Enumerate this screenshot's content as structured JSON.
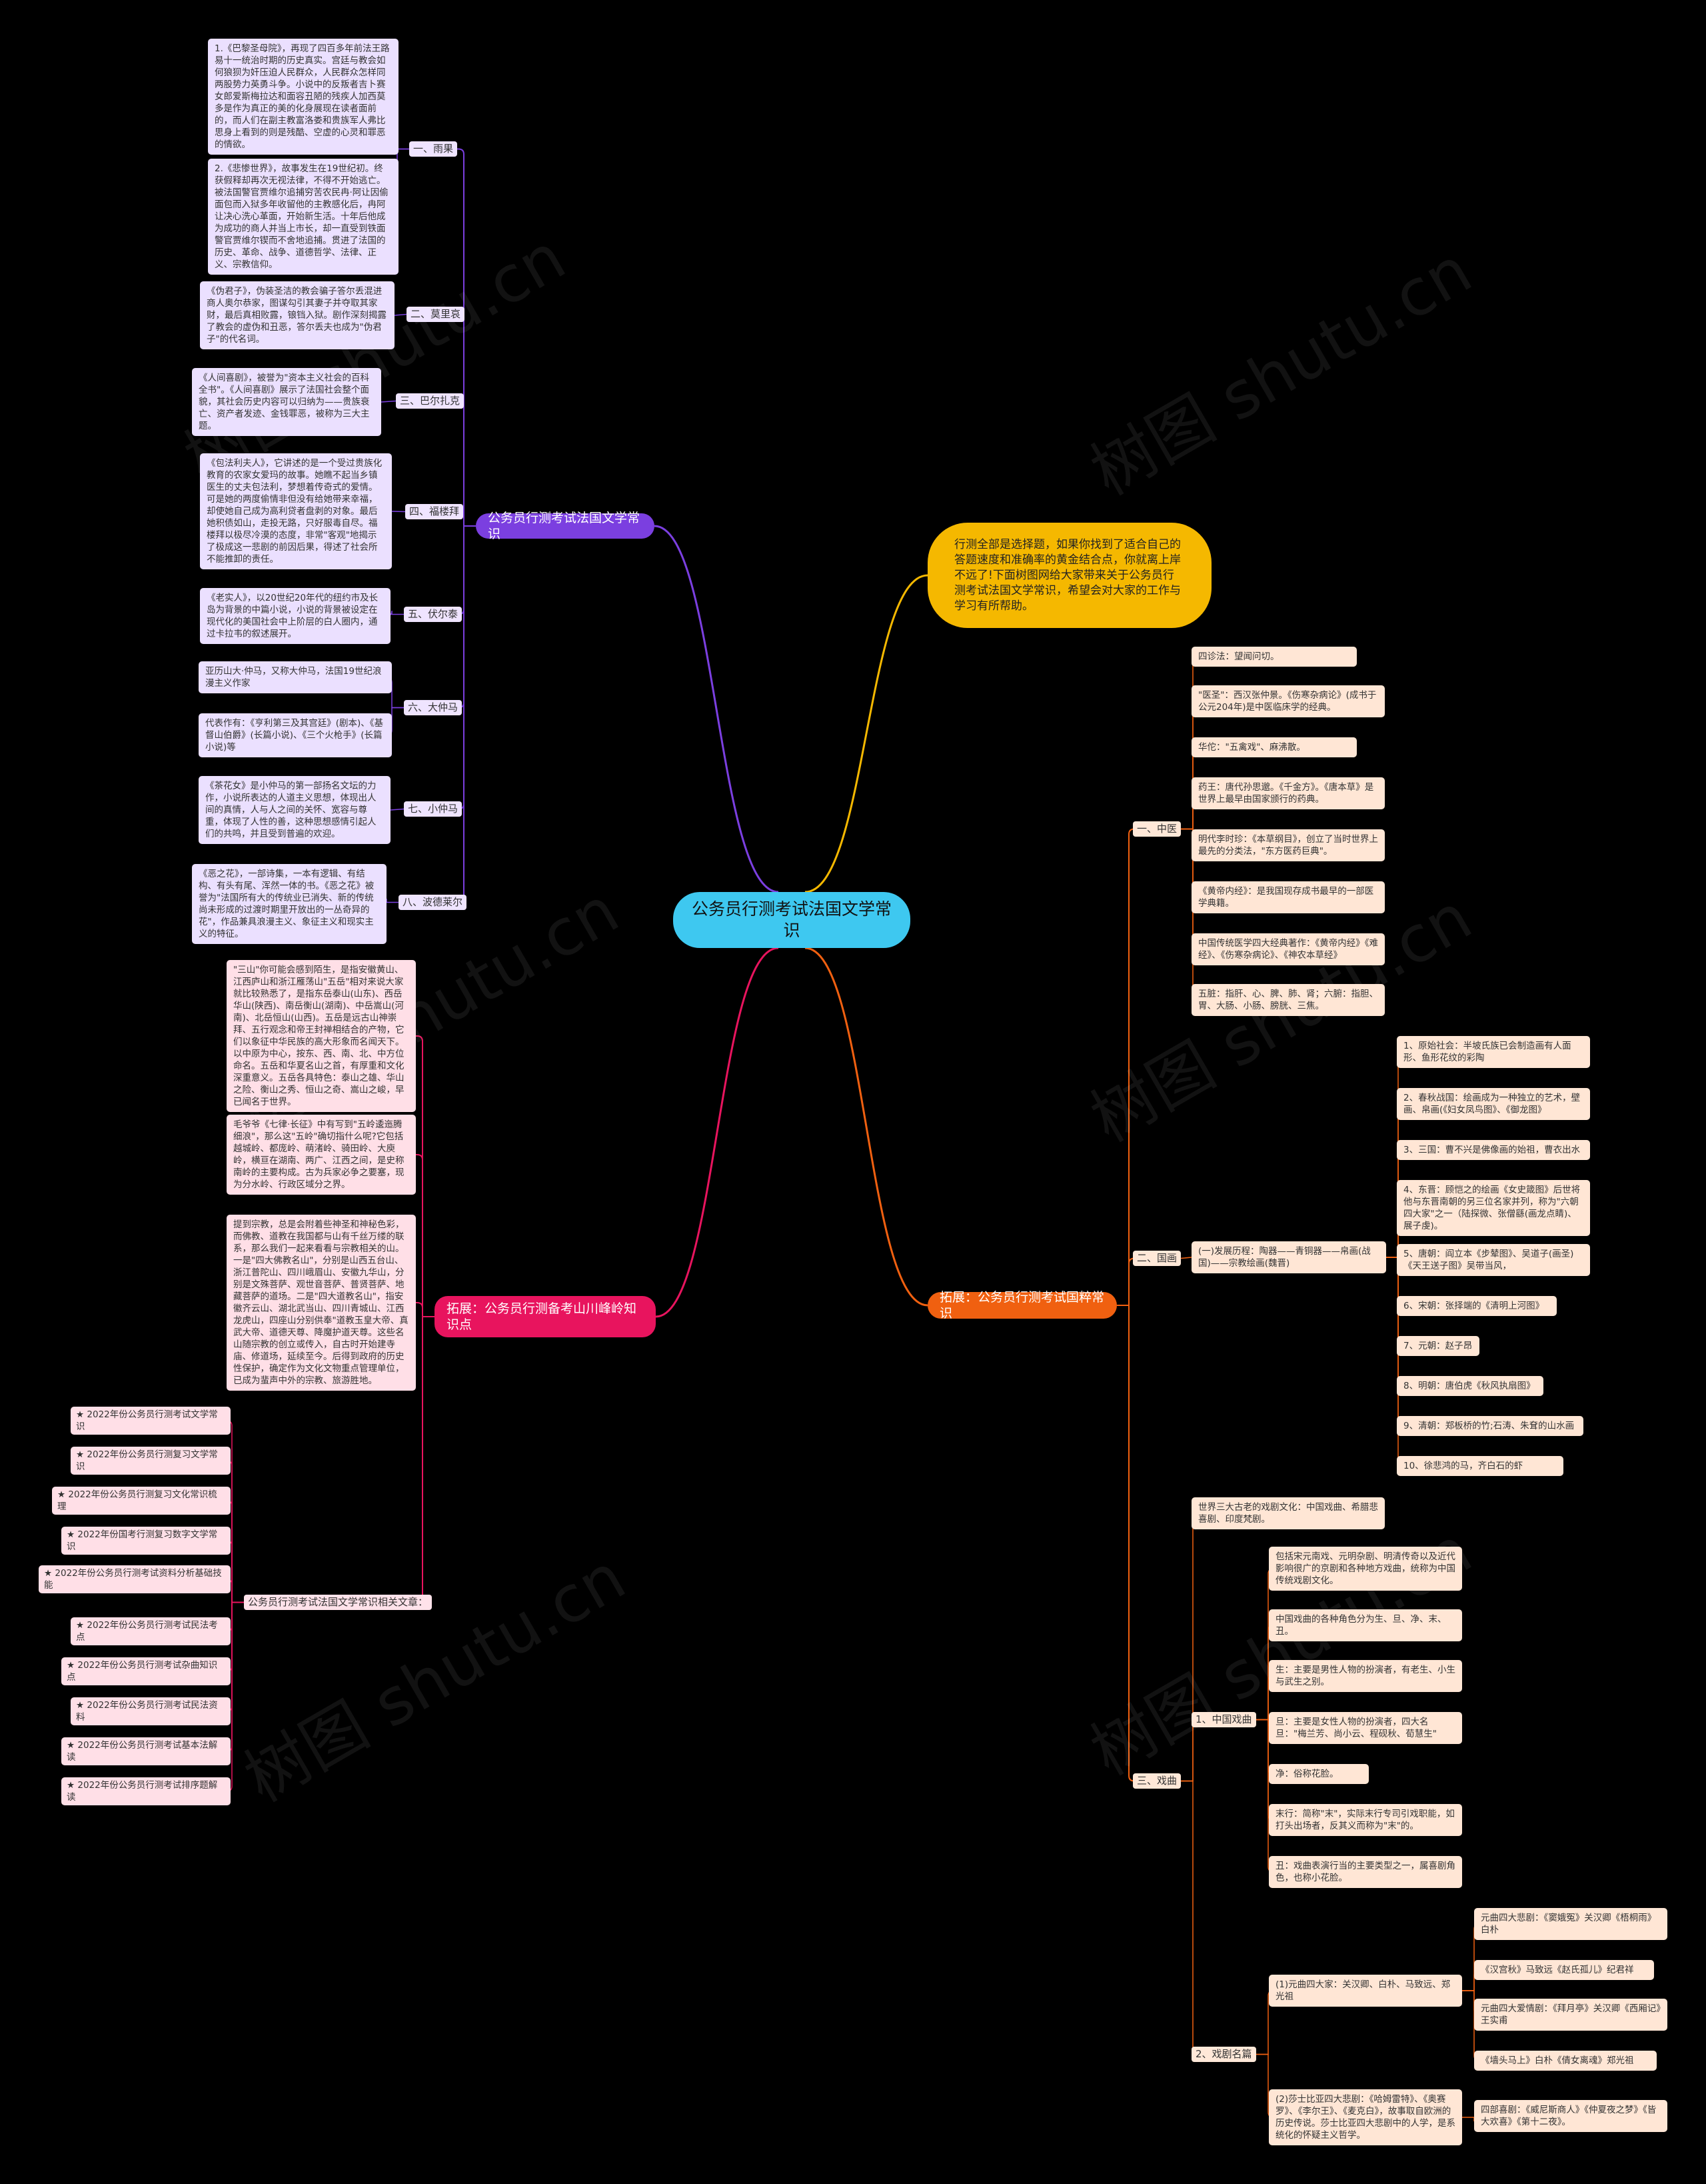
{
  "root": {
    "label": "公务员行测考试法国文学常识"
  },
  "intro": {
    "text": "行测全部是选择题，如果你找到了适合自己的答题速度和准确率的黄金结合点，你就离上岸不远了!下面树图网给大家带来关于公务员行测考试法国文学常识，希望会对大家的工作与学习有所帮助。"
  },
  "watermarks": [
    "树图 shutu.cn",
    "树图 shutu.cn",
    "树图 shutu.cn",
    "树图 shutu.cn",
    "树图 shutu.cn",
    "树图 shutu.cn"
  ],
  "purple": {
    "title": "公务员行测考试法国文学常识",
    "groups": [
      {
        "label": "一、雨果",
        "leaves": [
          "1.《巴黎圣母院》，再现了四百多年前法王路易十一统治时期的历史真实。宫廷与教会如何狼狈为奸压迫人民群众，人民群众怎样同两股势力英勇斗争。小说中的反叛者吉卜赛女郎爱斯梅拉达和面容丑陋的残疾人加西莫多是作为真正的美的化身展现在读者面前的，而人们在副主教富洛娄和贵族军人弗比思身上看到的则是残酷、空虚的心灵和罪恶的情欲。",
          "2.《悲惨世界》，故事发生在19世纪初。终获假释却再次无视法律，不得不开始逃亡。被法国警官贾维尔追捕穷苦农民冉·阿让因偷面包而入狱多年收留他的主教感化后，冉阿让决心洗心革面，开始新生活。十年后他成为成功的商人并当上市长，却一直受到铁面警官贾维尔锲而不舍地追捕。贯进了法国的历史、革命、战争、道德哲学、法律、正义、宗教信仰。"
        ]
      },
      {
        "label": "二、莫里哀",
        "leaves": [
          "《伪君子》，伪装圣洁的教会骗子答尔丢混进商人奥尔恭家，图谋勾引其妻子并夺取其家财，最后真相败露，锒铛入狱。剧作深刻揭露了教会的虚伪和丑恶，答尔丢夫也成为\"伪君子\"的代名词。"
        ]
      },
      {
        "label": "三、巴尔扎克",
        "leaves": [
          "《人间喜剧》，被誉为\"资本主义社会的百科全书\"。《人间喜剧》展示了法国社会整个面貌，其社会历史内容可以归纳为——贵族衰亡、资产者发迹、金钱罪恶，被称为三大主题。"
        ]
      },
      {
        "label": "四、福楼拜",
        "leaves": [
          "《包法利夫人》，它讲述的是一个受过贵族化教育的农家女爱玛的故事。她瞧不起当乡镇医生的丈夫包法利，梦想着传奇式的爱情。可是她的两度偷情非但没有给她带来幸福，却使她自己成为高利贷者盘剥的对象。最后她积债如山，走投无路，只好服毒自尽。福楼拜以极尽冷漠的态度，非常\"客观\"地揭示了极成这一悲剧的前因后果，得述了社会所不能推卸的责任。"
        ]
      },
      {
        "label": "五、伏尔泰",
        "leaves": [
          "《老实人》，以20世纪20年代的纽约市及长岛为背景的中篇小说，小说的背景被设定在现代化的美国社会中上阶层的白人圈内，通过卡拉韦的叙述展开。"
        ]
      },
      {
        "label": "六、大仲马",
        "leaves": [
          "亚历山大·仲马，又称大仲马，法国19世纪浪漫主义作家",
          "代表作有：《亨利第三及其宫廷》(剧本)、《基督山伯爵》(长篇小说)、《三个火枪手》(长篇小说)等"
        ]
      },
      {
        "label": "七、小仲马",
        "leaves": [
          "《茶花女》是小仲马的第一部扬名文坛的力作，小说所表达的人道主义思想，体现出人间的真情，人与人之间的关怀、宽容与尊重，体现了人性的善，这种思想感情引起人们的共鸣，并且受到普遍的欢迎。"
        ]
      },
      {
        "label": "八、波德莱尔",
        "leaves": [
          "《恶之花》，一部诗集，一本有逻辑、有结构、有头有尾、浑然一体的书。《恶之花》被誉为\"法国所有大的传统业已消失、新的传统尚未形成的过渡时期里开放出的一丛奇异的花\"，作品兼具浪漫主义、象征主义和现实主义的特征。"
        ]
      }
    ]
  },
  "pink": {
    "title": "拓展：公务员行测备考山川峰岭知识点",
    "leaves": [
      "\"三山\"你可能会感到陌生，是指安徽黄山、江西庐山和浙江雁荡山\"五岳\"相对来说大家就比较熟悉了，是指东岳泰山(山东)、西岳华山(陕西)、南岳衡山(湖南)、中岳嵩山(河南)、北岳恒山(山西)。五岳是远古山神崇拜、五行观念和帝王封禅相结合的产物，它们以象征中华民族的高大形象而名闻天下。以中原为中心，按东、西、南、北、中方位命名。五岳和华夏名山之首，有厚重和文化深重意义。五岳各具特色：泰山之雄、华山之险、衡山之秀、恒山之奇、嵩山之峻，早已闻名于世界。",
      "毛爷爷《七律·长征》中有写到\"五岭逶迤腾细浪\"，那么这\"五岭\"确切指什么呢?它包括越城岭、都庞岭、萌渚岭、骑田岭、大庾岭，横亘在湖南、两广、江西之间，是史称南岭的主要构成。古为兵家必争之要塞，现为分水岭、行政区域分之界。",
      "提到宗教，总是会附着些神圣和神秘色彩，而佛教、道教在我国都与山有千丝万缕的联系，那么我们一起来看看与宗教相关的山。一是\"四大佛教名山\"，分别是山西五台山、浙江普陀山、四川峨眉山、安徽九华山，分别是文殊菩萨、观世音菩萨、普贤菩萨、地藏菩萨的道场。二是\"四大道教名山\"，指安徽齐云山、湖北武当山、四川青城山、江西龙虎山，四座山分别供奉\"道教玉皇大帝、真武大帝、道德天尊、降魔护道天尊。这些名山随宗教的创立或传入，自古时开始建寺庙、修道场，延续至今。后得到政府的历史性保护，确定作为文化文物重点管理单位，已成为蜚声中外的宗教、旅游胜地。"
    ],
    "related_label": "公务员行测考试法国文学常识相关文章：",
    "related": [
      "★ 2022年份公务员行测考试文学常识",
      "★ 2022年份公务员行测复习文学常识",
      "★ 2022年份公务员行测复习文化常识梳理",
      "★ 2022年份国考行测复习数字文学常识",
      "★ 2022年份公务员行测考试资料分析基础技能",
      "★ 2022年份公务员行测考试民法考点",
      "★ 2022年份公务员行测考试杂曲知识点",
      "★ 2022年份公务员行测考试民法资料",
      "★ 2022年份公务员行测考试基本法解读",
      "★ 2022年份公务员行测考试排序题解读"
    ]
  },
  "orange": {
    "title": "拓展：公务员行测考试国粹常识",
    "zhongyi": {
      "label": "一、中医",
      "leaves": [
        "四诊法：望闻问切。",
        "\"医圣\"：西汉张仲景。《伤寒杂病论》(成书于公元204年)是中医临床学的经典。",
        "华佗：\"五禽戏\"、麻沸散。",
        "药王：唐代孙思邈。《千金方》。《唐本草》是世界上最早由国家颁行的药典。",
        "明代李时珍：《本草纲目》，创立了当时世界上最先的分类法，\"东方医药巨典\"。",
        "《黄帝内经》：是我国现存成书最早的一部医学典籍。",
        "中国传统医学四大经典著作：《黄帝内经》《难经》、《伤寒杂病论》、《神农本草经》",
        "五脏：指肝、心、脾、肺、肾；六腑：指胆、胃、大肠、小肠、膀胱、三焦。"
      ]
    },
    "guohua": {
      "label": "二、国画",
      "sub": "(一)发展历程：陶器——青铜器——帛画(战国)——宗教绘画(魏晋)",
      "leaves": [
        "1、原始社会：半坡氏族已会制造画有人面形、鱼形花纹的彩陶",
        "2、春秋战国：绘画成为一种独立的艺术，壁画、帛画(《妇女凤鸟图》、《御龙图》",
        "3、三国：曹不兴是佛像画的始祖，曹衣出水",
        "4、东晋：顾恺之的绘画《女史箴图》后世将他与东晋南朝的另三位名家并列，称为\"六朝四大家\"之一（陆探微、张僧繇(画龙点睛)、展子虔)。",
        "5、唐朝：阎立本《步辇图》、吴道子(画圣)《天王送子图》吴带当风，",
        "6、宋朝：张择端的《清明上河图》",
        "7、元朝：赵子昂",
        "8、明朝：唐伯虎《秋风执扇图》",
        "9、清朝：郑板桥的竹;石涛、朱耷的山水画",
        "10、徐悲鸿的马，齐白石的虾"
      ]
    },
    "xiqu": {
      "label": "三、戏曲",
      "top": "世界三大古老的戏剧文化：中国戏曲、希腊悲喜剧、印度梵剧。",
      "zhongguo": {
        "label": "1、中国戏曲",
        "leaves": [
          "包括宋元南戏、元明杂剧、明清传奇以及近代影响很广的京剧和各种地方戏曲，统称为中国传统戏剧文化。",
          "中国戏曲的各种角色分为生、旦、净、末、丑。",
          "生：主要是男性人物的扮演者，有老生、小生与武生之别。",
          "旦：主要是女性人物的扮演者，四大名旦：\"梅兰芳、尚小云、程砚秋、荀慧生\"",
          "净：俗称花脸。",
          "末行：简称\"末\"，实际末行专司引戏职能，如打头出场者，反其义而称为\"末\"的。",
          "丑：戏曲表演行当的主要类型之一，属喜剧角色，也称小花脸。"
        ]
      },
      "mingpian": {
        "label": "2、戏剧名篇",
        "yuan": {
          "label": "(1)元曲四大家：关汉卿、白朴、马致远、郑光祖",
          "leaves": [
            "元曲四大悲剧：《窦娥冤》关汉卿《梧桐雨》白朴",
            "《汉宫秋》马致远《赵氏孤儿》纪君祥",
            "元曲四大爱情剧：《拜月亭》关汉卿《西厢记》王实甫",
            "《墙头马上》白朴《倩女离魂》郑光祖"
          ]
        },
        "sha": {
          "label": "(2)莎士比亚四大悲剧：《哈姆雷特》、《奥赛罗》、《李尔王》、《麦克白》，故事取自欧洲的历史传说。莎士比亚四大悲剧中的人学，是系统化的怀疑主义哲学。",
          "leaves": [
            "四部喜剧：《威尼斯商人》《仲夏夜之梦》《皆大欢喜》《第十二夜》。"
          ]
        }
      }
    }
  },
  "colors": {
    "purple": "#7b3fe0",
    "pink": "#e8145e",
    "orange": "#f06010",
    "yellow": "#f5b800",
    "root": "#3ec8f0"
  }
}
